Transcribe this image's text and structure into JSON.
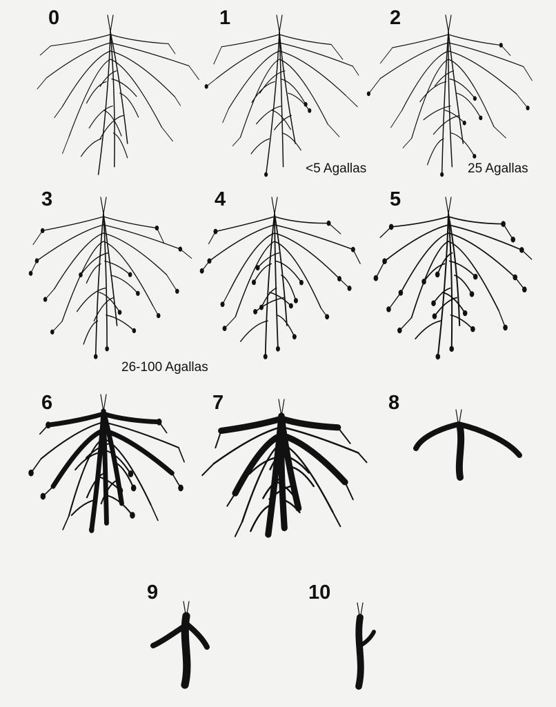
{
  "panels": [
    {
      "number": "0",
      "galls": 0,
      "thickness": 0
    },
    {
      "number": "1",
      "galls": 4,
      "thickness": 0
    },
    {
      "number": "2",
      "galls": 8,
      "thickness": 0
    },
    {
      "number": "3",
      "galls": 16,
      "thickness": 0.1
    },
    {
      "number": "4",
      "galls": 20,
      "thickness": 0.2
    },
    {
      "number": "5",
      "galls": 22,
      "thickness": 0.35
    },
    {
      "number": "6",
      "galls": 10,
      "thickness": 0.6
    },
    {
      "number": "7",
      "galls": 0,
      "thickness": 0.85
    },
    {
      "number": "8",
      "galls": 0,
      "thickness": 1
    },
    {
      "number": "9",
      "galls": 0,
      "thickness": 1
    },
    {
      "number": "10",
      "galls": 0,
      "thickness": 1
    }
  ],
  "notes": {
    "less_than_5": "<5 Agallas",
    "twenty_five": "25 Agallas",
    "twenty_six_to_hundred": "26-100 Agallas"
  },
  "colors": {
    "ink": "#111111",
    "paper": "#f3f3f1"
  }
}
